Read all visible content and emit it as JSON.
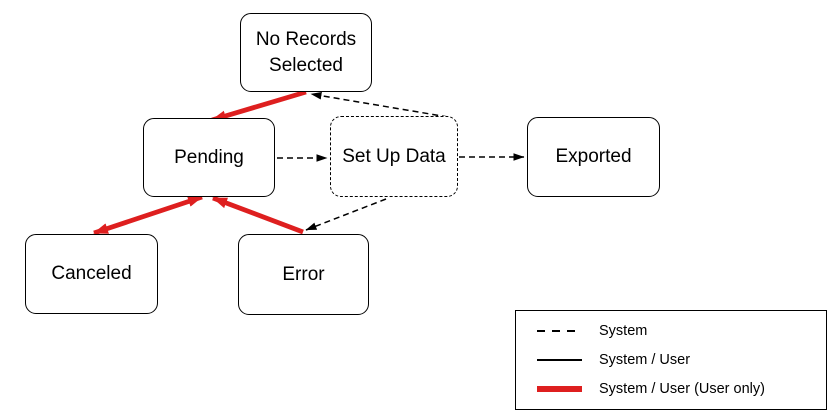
{
  "diagram": {
    "nodes": [
      {
        "id": "no-records-selected",
        "label": "No Records Selected"
      },
      {
        "id": "pending",
        "label": "Pending"
      },
      {
        "id": "set-up-data",
        "label": "Set Up Data"
      },
      {
        "id": "exported",
        "label": "Exported"
      },
      {
        "id": "canceled",
        "label": "Canceled"
      },
      {
        "id": "error",
        "label": "Error"
      }
    ],
    "edges": [
      {
        "from": "no-records-selected",
        "to": "pending",
        "style": "thick-red",
        "bidirectional": false
      },
      {
        "from": "pending",
        "to": "canceled",
        "style": "thick-red",
        "bidirectional": true
      },
      {
        "from": "error",
        "to": "pending",
        "style": "thick-red",
        "bidirectional": false
      },
      {
        "from": "pending",
        "to": "set-up-data",
        "style": "dashed",
        "bidirectional": false
      },
      {
        "from": "set-up-data",
        "to": "exported",
        "style": "dashed",
        "bidirectional": false
      },
      {
        "from": "set-up-data",
        "to": "no-records-selected",
        "style": "dashed",
        "bidirectional": false
      },
      {
        "from": "set-up-data",
        "to": "error",
        "style": "dashed",
        "bidirectional": false
      }
    ]
  },
  "legend": {
    "items": [
      {
        "style": "dashed",
        "label": "System"
      },
      {
        "style": "solid",
        "label": "System / User"
      },
      {
        "style": "thick-red",
        "label": "System / User (User only)"
      }
    ]
  },
  "colors": {
    "red": "#DE1F1F",
    "black": "#000000",
    "background": "#FFFFFF"
  }
}
